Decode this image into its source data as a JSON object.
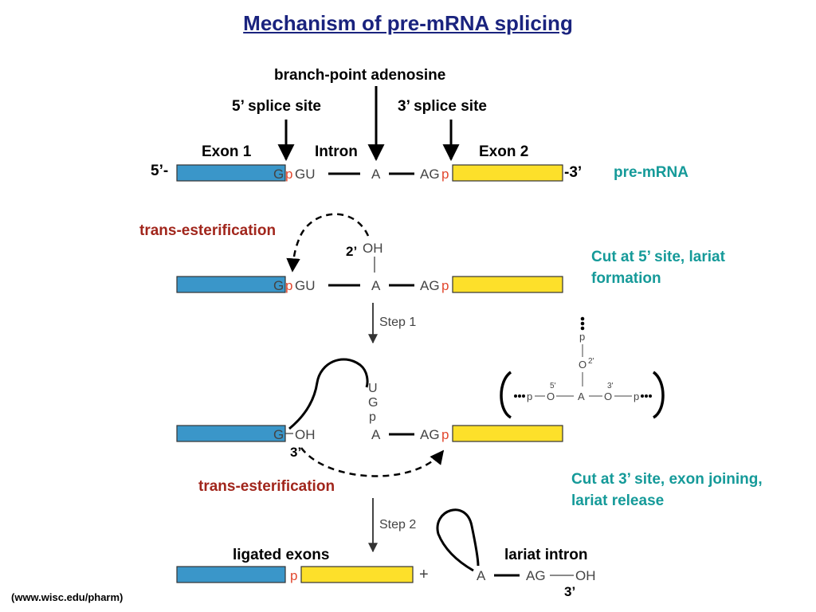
{
  "title": "Mechanism of pre-mRNA splicing",
  "labels": {
    "branch_point": "branch-point adenosine",
    "five_splice_site": "5’ splice site",
    "three_splice_site": "3’ splice site",
    "exon1": "Exon 1",
    "intron": "Intron",
    "exon2": "Exon 2",
    "five_end": "5’-",
    "three_end": "-3’",
    "pre_mrna": "pre-mRNA",
    "trans_ester_1": "trans-esterification",
    "trans_ester_2": "trans-esterification",
    "two_prime": "2’",
    "three_prime_a": "3’",
    "three_prime_b": "3’",
    "step1_note": "Cut at 5’ site, lariat formation",
    "step2_note": "Cut at 3’ site, exon joining, lariat release",
    "ligated": "ligated exons",
    "lariat": "lariat intron",
    "source": "(www.wisc.edu/pharm)"
  },
  "seq": {
    "G": "G",
    "p": "p",
    "GU": "GU",
    "A": "A",
    "AG": "AG",
    "OH": "OH",
    "U": "U",
    "plus": "+",
    "step1": "Step 1",
    "step2": "Step 2",
    "o2": "O",
    "two": "2'",
    "five": "5'",
    "three": "3'",
    "O": "O",
    "pdots": "p"
  },
  "colors": {
    "exon1": "#3a96c9",
    "exon2": "#fde02a",
    "title": "#1a237e",
    "teal": "#159a99",
    "red": "#a1261c",
    "phosphate": "#e2472e"
  }
}
